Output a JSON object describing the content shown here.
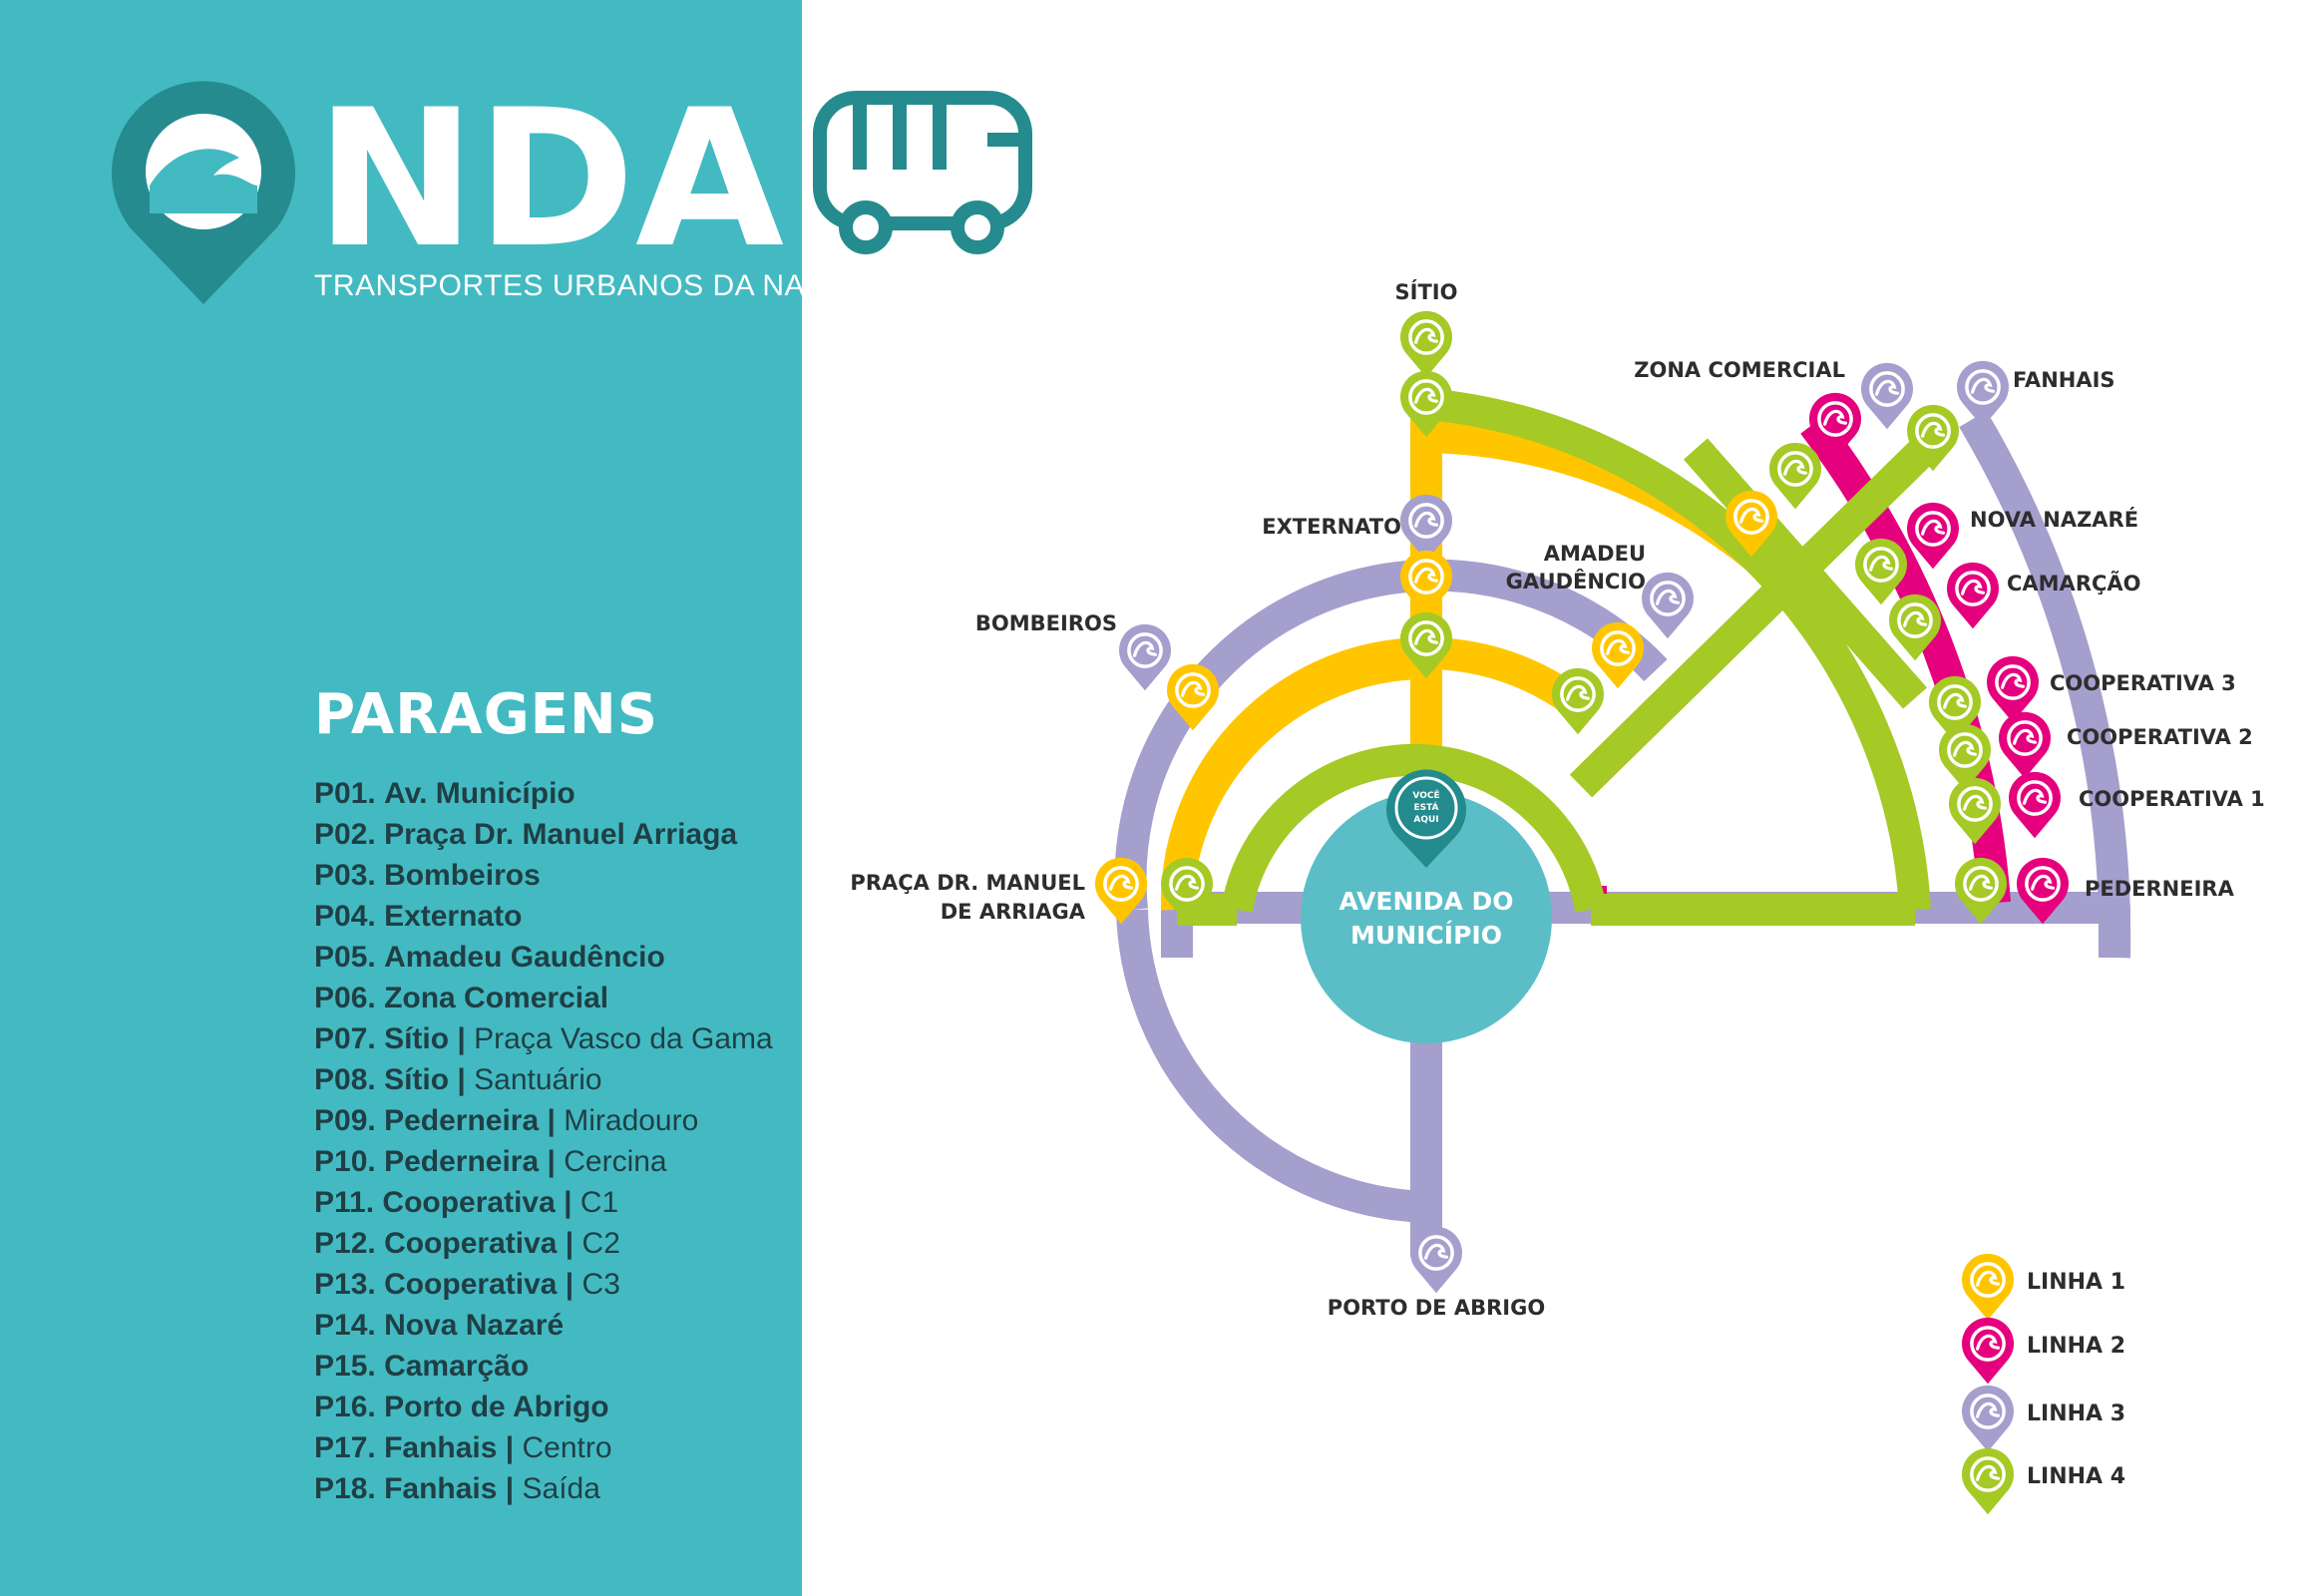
{
  "brand": {
    "logo_text": "NDA",
    "subtitle": "TRANSPORTES URBANOS DA NAZARÉ"
  },
  "stops_panel": {
    "heading": "PARAGENS",
    "stops": [
      {
        "code": "P01.",
        "name": "Av. Município",
        "detail": ""
      },
      {
        "code": "P02.",
        "name": "Praça Dr. Manuel Arriaga",
        "detail": ""
      },
      {
        "code": "P03.",
        "name": "Bombeiros",
        "detail": ""
      },
      {
        "code": "P04.",
        "name": "Externato",
        "detail": ""
      },
      {
        "code": "P05.",
        "name": "Amadeu Gaudêncio",
        "detail": ""
      },
      {
        "code": "P06.",
        "name": "Zona Comercial",
        "detail": ""
      },
      {
        "code": "P07.",
        "name": "Sítio",
        "detail": "Praça Vasco da Gama"
      },
      {
        "code": "P08.",
        "name": "Sítio",
        "detail": "Santuário"
      },
      {
        "code": "P09.",
        "name": "Pederneira",
        "detail": "Miradouro"
      },
      {
        "code": "P10.",
        "name": "Pederneira",
        "detail": "Cercina"
      },
      {
        "code": "P11.",
        "name": "Cooperativa",
        "detail": "C1"
      },
      {
        "code": "P12.",
        "name": "Cooperativa",
        "detail": "C2"
      },
      {
        "code": "P13.",
        "name": "Cooperativa",
        "detail": "C3"
      },
      {
        "code": "P14.",
        "name": "Nova Nazaré",
        "detail": ""
      },
      {
        "code": "P15.",
        "name": "Camarção",
        "detail": ""
      },
      {
        "code": "P16.",
        "name": "Porto de Abrigo",
        "detail": ""
      },
      {
        "code": "P17.",
        "name": "Fanhais",
        "detail": "Centro"
      },
      {
        "code": "P18.",
        "name": "Fanhais",
        "detail": "Saída"
      }
    ]
  },
  "map": {
    "center": {
      "line1": "AVENIDA DO",
      "line2": "MUNICÍPIO",
      "you_are_here": [
        "VOCÊ",
        "ESTÁ",
        "AQUI"
      ]
    },
    "labels": {
      "sitio": "SÍTIO",
      "zona_comercial": "ZONA COMERCIAL",
      "fanhais": "FANHAIS",
      "externato": "EXTERNATO",
      "amadeu_1": "AMADEU",
      "amadeu_2": "GAUDÊNCIO",
      "bombeiros": "BOMBEIROS",
      "nova_nazare": "NOVA NAZARÉ",
      "camarcao": "CAMARÇÃO",
      "cooperativa_3": "COOPERATIVA 3",
      "cooperativa_2": "COOPERATIVA 2",
      "cooperativa_1": "COOPERATIVA 1",
      "pederneira": "PEDERNEIRA",
      "praca_1": "PRAÇA DR. MANUEL",
      "praca_2": "DE ARRIAGA",
      "porto_de_abrigo": "PORTO DE ABRIGO"
    }
  },
  "legend": [
    {
      "label": "LINHA 1",
      "color": "#ffc600"
    },
    {
      "label": "LINHA 2",
      "color": "#e5007e"
    },
    {
      "label": "LINHA 3",
      "color": "#a59fce"
    },
    {
      "label": "LINHA 4",
      "color": "#a5c925"
    }
  ],
  "colors": {
    "panel": "#43bac2",
    "linha1": "#ffc600",
    "linha2": "#e5007e",
    "linha3": "#a59fce",
    "linha4": "#a5c925",
    "center": "#5bbec7",
    "center_pin": "#238b8e",
    "logo_dark": "#258b8f"
  }
}
